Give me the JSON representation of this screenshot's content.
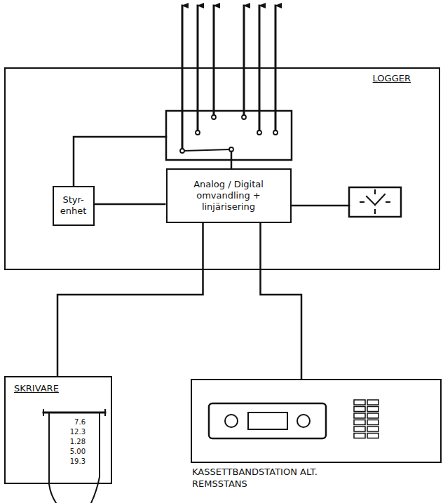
{
  "diagram": {
    "nodes": [
      {
        "text": [
          "LOGGER"
        ]
      },
      {
        "text": [
          "Styr- enhet"
        ],
        "in": 0
      },
      {
        "text": [
          "Analog / Digital omvandling + linjärisering"
        ],
        "in": 0
      },
      {
        "text": [
          "SKRIVARE"
        ]
      },
      {
        "text": [
          "KASSETTBANDSTATION ALT. REMSSTANS"
        ]
      }
    ],
    "edges": [
      {
        "from": 1,
        "to": 2,
        "arrow": "none"
      },
      {
        "from": 2,
        "to": 3,
        "arrow": "none"
      },
      {
        "from": 2,
        "to": 4,
        "arrow": "none"
      }
    ],
    "labels": [
      "7.6",
      "12.3",
      "1.28",
      "5.00",
      "19.3"
    ]
  }
}
